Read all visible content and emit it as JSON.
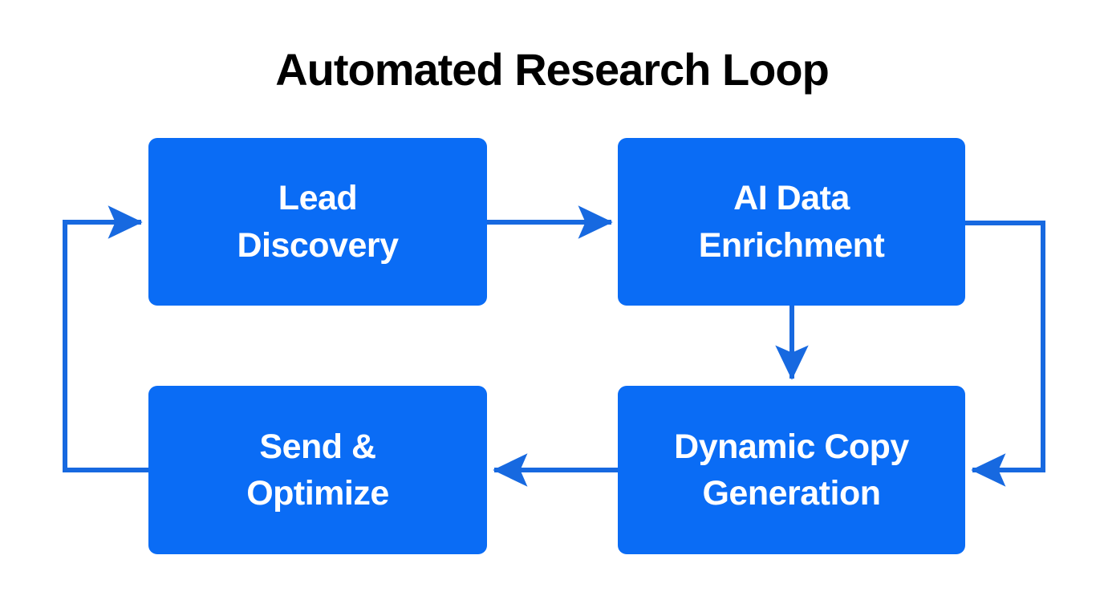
{
  "diagram": {
    "title": "Automated Research Loop",
    "background_color": "#ffffff",
    "title_color": "#000000",
    "node_fill_color": "#0a6cf5",
    "node_text_color": "#ffffff",
    "connector_color": "#1769e0",
    "nodes": [
      {
        "id": "lead-discovery",
        "label": "Lead\nDiscovery",
        "line1": "Lead",
        "line2": "Discovery",
        "position": "top-left",
        "order": 1
      },
      {
        "id": "ai-enrichment",
        "label": "AI Data\nEnrichment",
        "line1": "AI Data",
        "line2": "Enrichment",
        "position": "top-right",
        "order": 2
      },
      {
        "id": "dynamic-copy",
        "label": "Dynamic Copy\nGeneration",
        "line1": "Dynamic Copy",
        "line2": "Generation",
        "position": "bottom-right",
        "order": 3
      },
      {
        "id": "send-optimize",
        "label": "Send &\nOptimize",
        "line1": "Send &",
        "line2": "Optimize",
        "position": "bottom-left",
        "order": 4
      }
    ],
    "connectors": [
      {
        "id": "lead-to-enrichment",
        "from": "lead-discovery",
        "to": "ai-enrichment",
        "direction": "right",
        "style": "straight"
      },
      {
        "id": "enrichment-to-copy-loop",
        "from": "ai-enrichment",
        "to": "dynamic-copy",
        "direction": "down",
        "style": "right-outer-loop"
      },
      {
        "id": "enrichment-to-copy-direct",
        "from": "ai-enrichment",
        "to": "dynamic-copy",
        "direction": "down",
        "style": "straight"
      },
      {
        "id": "copy-to-send",
        "from": "dynamic-copy",
        "to": "send-optimize",
        "direction": "left",
        "style": "straight"
      },
      {
        "id": "send-to-lead-loop",
        "from": "send-optimize",
        "to": "lead-discovery",
        "direction": "up",
        "style": "left-outer-loop"
      }
    ]
  }
}
